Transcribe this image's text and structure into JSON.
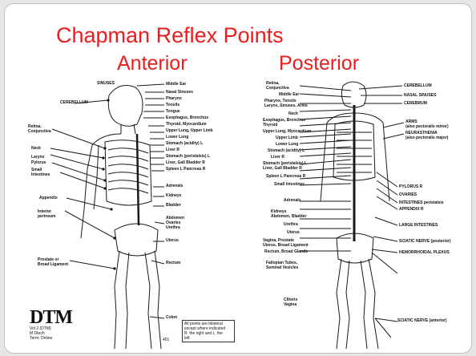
{
  "slide": {
    "title": "Chapman Reflex Points",
    "anterior_heading": "Anterior",
    "posterior_heading": "Posterior"
  },
  "anterior": {
    "labels": {
      "sinuses": "SINUSES",
      "cerebellum": "CEREBELLUM",
      "retina": "Retina,\nConjunctiva",
      "neck": "Neck",
      "larynx": "Larynx",
      "pylorus": "Pylorus",
      "small_intestines": "Small\nIntestines",
      "appendix": "Appendix",
      "interior_perineum": "Interior\nperineum",
      "prostate": "Prostate or\nBroad Ligament",
      "middle_ear": "Middle Ear",
      "nasal_sinuses": "Nasal Sinuses",
      "pharynx": "Pharynx",
      "tonsils": "Tonsils",
      "tongue": "Tongue",
      "esophagus": "Esophagus, Bronchus",
      "thyroid": "Thyroid, Myocardium",
      "upper_lung": "Upper Lung, Upper Limb",
      "lower_lung": "Lower Lung",
      "stomach": "Stomach (acidity) L",
      "liver": "Liver R",
      "stomach_peristalsis": "Stomach (peristalsis) L",
      "gallbladder": "Liver, Gall Bladder R",
      "spleen": "Spleen L  Pancreas R",
      "adrenals": "Adrenals",
      "kidneys": "Kidneys",
      "bladder": "Bladder",
      "abdomen": "Abdomen\nOvaries\nUrethra",
      "uterus": "Uterus",
      "rectum": "Rectum",
      "colon": "Colon"
    },
    "logo_text": "DTM",
    "logo_sub": "Vol 2 (DTM)\nM Dtech\nTerm: Online",
    "note": "All points are bilateral\nexcept where indicated\nR  the right and L  the\nleft",
    "page_number": "401"
  },
  "posterior": {
    "labels": {
      "retina": "Retina,\nConjunctiva",
      "middle_ear": "Middle Ear",
      "pharynx": "Pharynx, Tonsils\nLarynx, Sinuses, Arms",
      "neck": "Neck",
      "esophagus": "Esophagus, Bronchus\nThyroid",
      "upper_lung": "Upper Lung, Myocardium",
      "upper_limb": "Upper Limb",
      "lower_lung": "Lower Lung",
      "stomach": "Stomach (acidity) L",
      "liver": "Liver R",
      "stomach_peristalsis": "Stomach (peristalsis) L\nLiver, Gall Bladder R",
      "spleen": "Spleen L  Pancreas R",
      "small_intestines": "Small Intestines",
      "adrenals": "Adrenals",
      "kidneys": "Kidneys\nAbdomen, Bladder",
      "urethra": "Urethra",
      "uterus": "Uterus",
      "vagina": "Vagina, Prostate\nUterus, Broad Ligament",
      "rectum": "Rectum, Broad Glands",
      "fallopian": "Fallopian Tubes,\nSeminal Vesicles",
      "clitoris": "Clitoris\nVagina",
      "cerebellum": "CEREBELLUM",
      "nasal_sinuses": "NASAL SINUSES",
      "cerebrum": "CEREBRUM",
      "arms": "ARMS\n(also pectoralis minor)",
      "neurasthenia": "NEURASTHENIA\n(also pectoralis major)",
      "pylorus": "PYLORUS R",
      "ovaries": "OVARIES",
      "intestines": "INTESTINES  peristalsis",
      "appendix": "APPENDIX R",
      "large_intestines": "LARGE INTESTINES",
      "sciatic_posterior": "SCIATIC NERVE (posterior)",
      "hemorrhoidal": "HEMORRHOIDAL PLEXUS",
      "sciatic_anterior": "SCIATIC NERVE (anterior)"
    }
  }
}
